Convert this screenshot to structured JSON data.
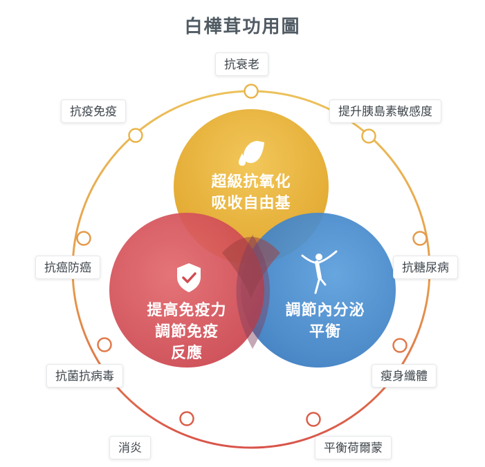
{
  "title": "白樺茸功用圖",
  "colors": {
    "ring_top": "#e8b44a",
    "ring_bottom": "#d9534a",
    "circle_yellow": "#e8b233",
    "circle_red": "#d24a50",
    "circle_blue": "#3f86c9"
  },
  "center": {
    "yellow": {
      "line1": "超級抗氧化",
      "line2": "吸收自由基",
      "icon": "leaf-drop-icon"
    },
    "red": {
      "line1": "提高免疫力",
      "line2": "調節免疫",
      "line3": "反應",
      "icon": "shield-check-icon"
    },
    "blue": {
      "line1": "調節內分泌",
      "line2": "平衡",
      "icon": "dancer-icon"
    }
  },
  "labels": {
    "anti_aging": "抗衰老",
    "anti_epidemic": "抗疫免疫",
    "insulin": "提升胰島素敏感度",
    "anti_cancer": "抗癌防癌",
    "anti_diabetes": "抗糖尿病",
    "antibacterial": "抗菌抗病毒",
    "slimming": "瘦身纖體",
    "anti_inflammatory": "消炎",
    "hormone": "平衡荷爾蒙"
  }
}
